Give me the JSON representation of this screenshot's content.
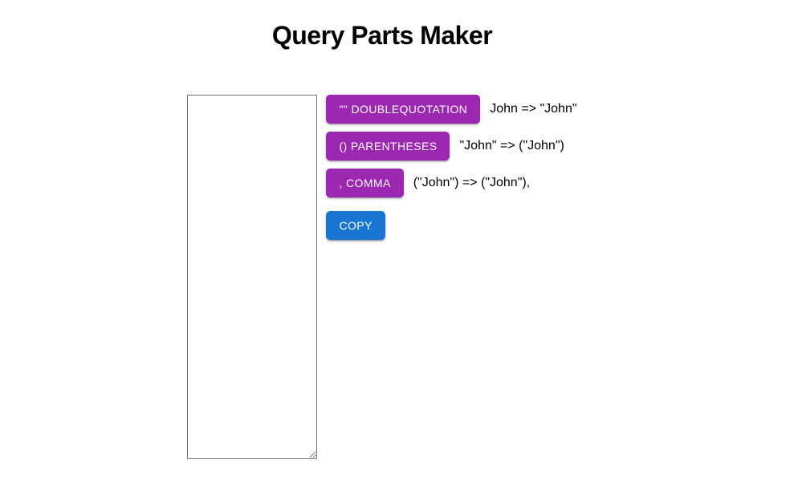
{
  "title": "Query Parts Maker",
  "editor": {
    "value": ""
  },
  "actions": {
    "rows": [
      {
        "label": "\"\" DOUBLEQUOTATION",
        "example": "John => \"John\""
      },
      {
        "label": "() PARENTHESES",
        "example": "\"John\" => (\"John\")"
      },
      {
        "label": ", COMMA",
        "example": "(\"John\") => (\"John\"),"
      }
    ],
    "copy_label": "COPY"
  },
  "colors": {
    "action_button": "#9c27b0",
    "copy_button": "#1976d2",
    "button_text": "#ffffff",
    "textarea_border": "#767676"
  }
}
